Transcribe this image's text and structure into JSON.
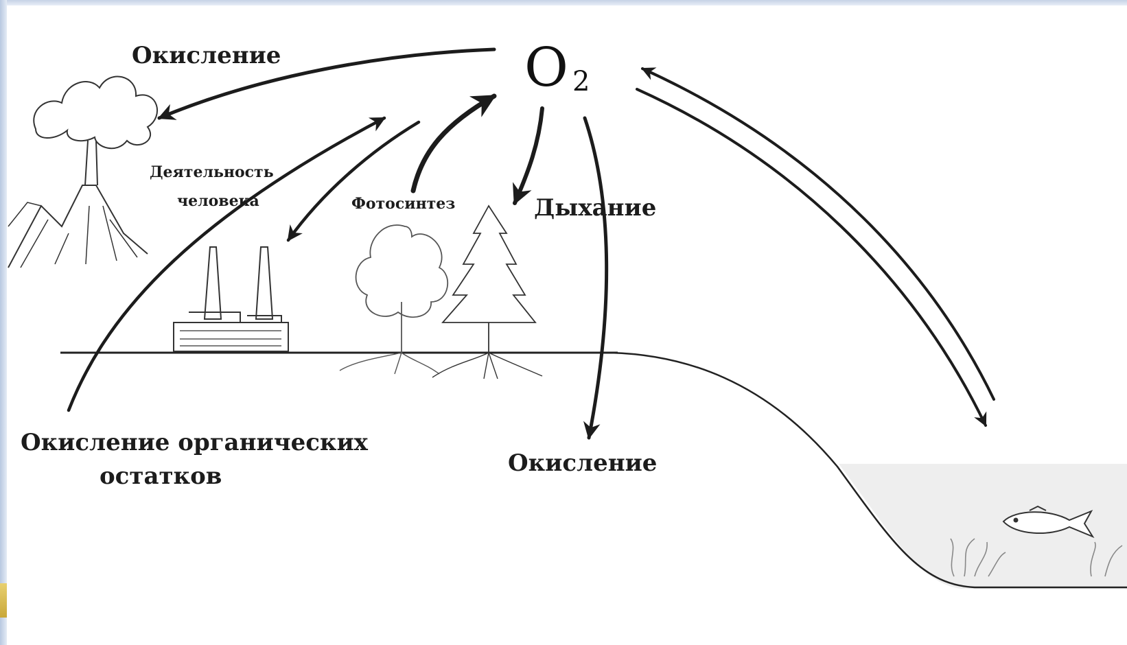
{
  "diagram": {
    "center_node": {
      "symbol": "O",
      "subscript": "2"
    },
    "labels": {
      "oxidation_volcano": "Окисление",
      "human_activity_line1": "Деятельность",
      "human_activity_line2": "человека",
      "photosynthesis": "Фотосинтез",
      "respiration": "Дыхание",
      "oxidation_organic_line1": "Окисление органических",
      "oxidation_organic_line2": "остатков",
      "oxidation_bottom": "Окисление"
    }
  },
  "colors": {
    "ink": "#1c1c1c",
    "water": "#eeeeee",
    "frame": "#c6d2e6"
  },
  "icons": [
    "volcano-icon",
    "factory-icon",
    "deciduous-tree-icon",
    "spruce-tree-icon",
    "fish-icon",
    "seaweed-icon"
  ]
}
